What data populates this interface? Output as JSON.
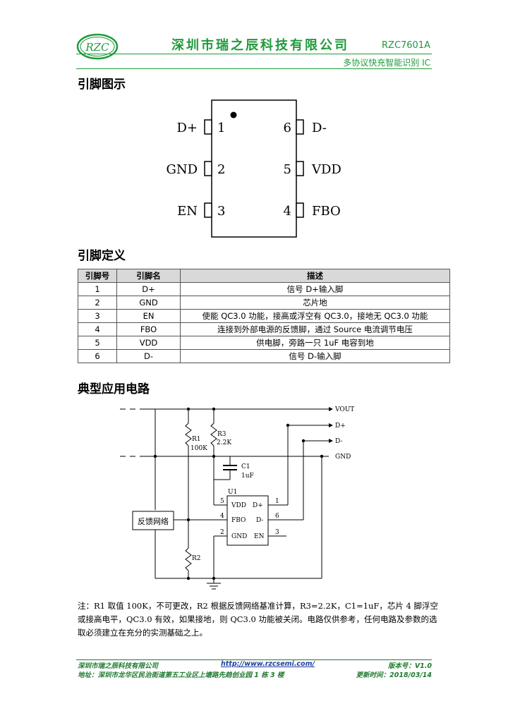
{
  "header": {
    "logo_text": "RZC",
    "company": "深圳市瑞之辰科技有限公司",
    "part_number": "RZC7601A",
    "subtitle": "多协议快充智能识别 IC"
  },
  "pinout": {
    "title": "引脚图示",
    "left_pins": [
      {
        "num": "1",
        "name": "D+"
      },
      {
        "num": "2",
        "name": "GND"
      },
      {
        "num": "3",
        "name": "EN"
      }
    ],
    "right_pins": [
      {
        "num": "6",
        "name": "D-"
      },
      {
        "num": "5",
        "name": "VDD"
      },
      {
        "num": "4",
        "name": "FBO"
      }
    ]
  },
  "pin_table": {
    "title": "引脚定义",
    "headers": [
      "引脚号",
      "引脚名",
      "描述"
    ],
    "rows": [
      [
        "1",
        "D+",
        "信号 D+输入脚"
      ],
      [
        "2",
        "GND",
        "芯片地"
      ],
      [
        "3",
        "EN",
        "使能 QC3.0 功能，接高或浮空有 QC3.0，接地无 QC3.0 功能"
      ],
      [
        "4",
        "FBO",
        "连接到外部电源的反馈脚，通过 Source 电流调节电压"
      ],
      [
        "5",
        "VDD",
        "供电脚，旁路一只 1uF 电容到地"
      ],
      [
        "6",
        "D-",
        "信号 D-输入脚"
      ]
    ]
  },
  "circuit": {
    "title": "典型应用电路",
    "rails": [
      "VOUT",
      "D+",
      "D-",
      "GND"
    ],
    "r1": "R1",
    "r1_value": "100K",
    "r3": "R3",
    "r3_value": "2.2K",
    "c1": "C1",
    "c1_value": "1uF",
    "r2": "R2",
    "u1": "U1",
    "feedback_block": "反馈网络",
    "chip_pins": {
      "vdd": "VDD",
      "dp": "D+",
      "fbo": "FBO",
      "dm": "D-",
      "gnd": "GND",
      "en": "EN"
    },
    "pin_numbers": {
      "p5": "5",
      "p1": "1",
      "p4": "4",
      "p6": "6",
      "p2": "2",
      "p3": "3"
    }
  },
  "note": "注：R1 取值 100K，不可更改，R2 根据反馈网络基准计算，R3=2.2K，C1=1uF，芯片 4 脚浮空或接高电平，QC3.0 有效，如果接地，则 QC3.0 功能被关闭。电路仅供参考，任何电路及参数的选取必须建立在充分的实测基础之上。",
  "footer": {
    "company": "深圳市瑞之辰科技有限公司",
    "url": "http://www.rzcsemi.com/",
    "version": "版本号：V1.0",
    "address": "地址：深圳市龙华区民治街道第五工业区上塘路先趋创业园 1 栋 3 楼",
    "date": "更新时间：2018/03/14"
  },
  "colors": {
    "brand_green": "#1f9a3a",
    "table_header": "#d9d9d9"
  }
}
